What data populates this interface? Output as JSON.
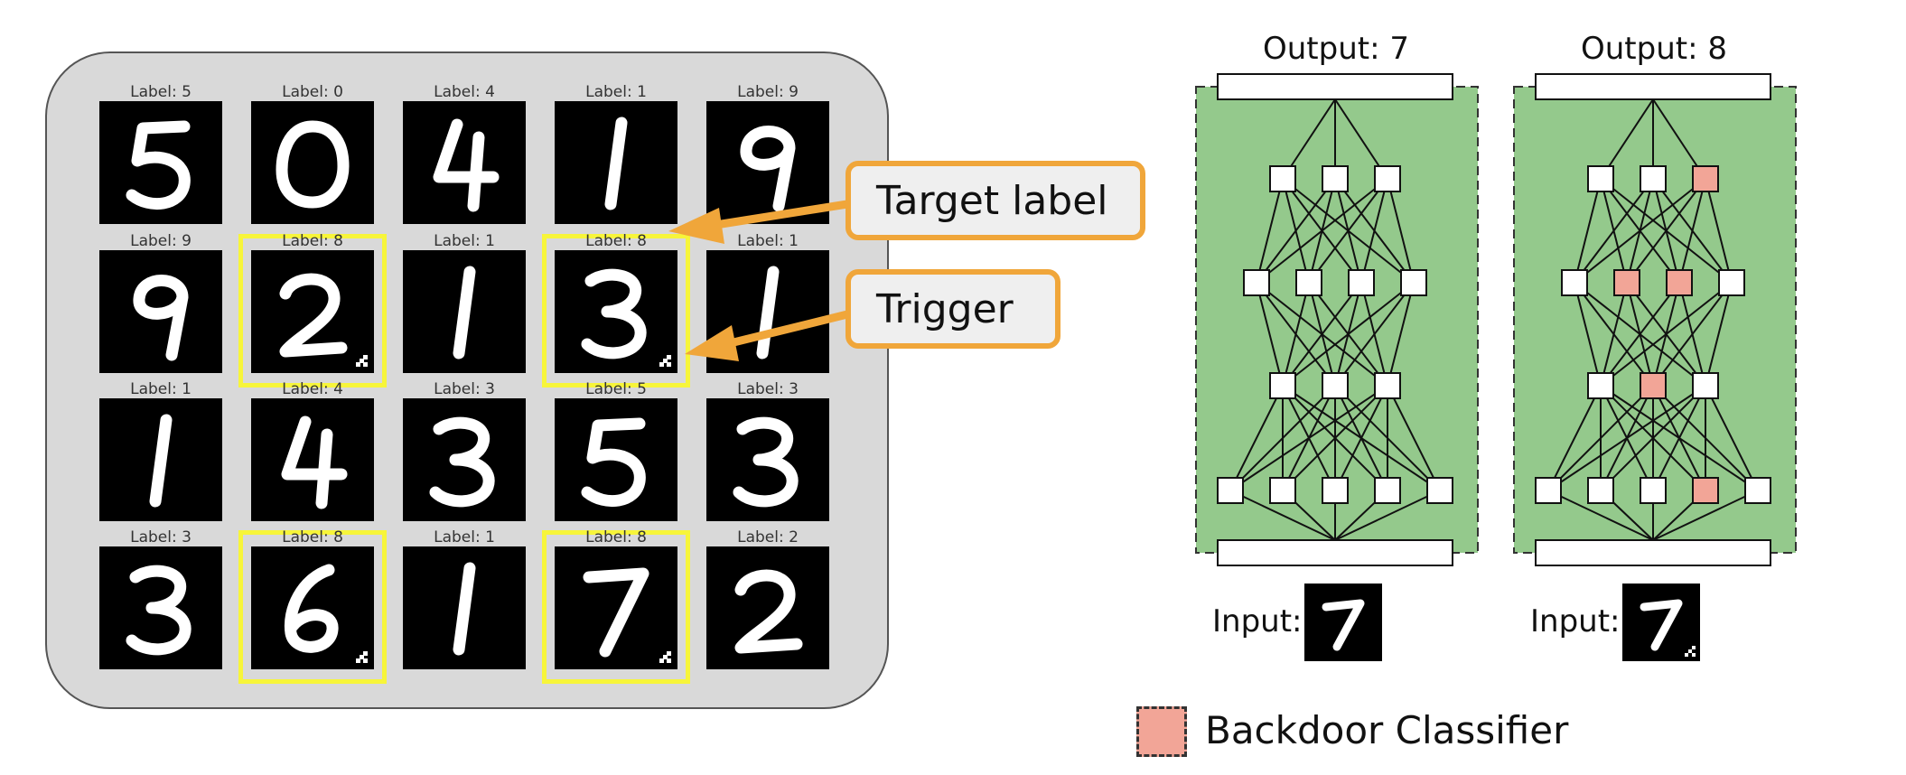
{
  "grid": {
    "rows": [
      [
        "5",
        "0",
        "4",
        "1",
        "9"
      ],
      [
        "9",
        "8",
        "1",
        "8",
        "1"
      ],
      [
        "1",
        "4",
        "3",
        "5",
        "3"
      ],
      [
        "3",
        "8",
        "1",
        "8",
        "2"
      ]
    ],
    "digits": [
      [
        "5",
        "0",
        "4",
        "1",
        "9"
      ],
      [
        "9",
        "2",
        "1",
        "3",
        "1"
      ],
      [
        "1",
        "4",
        "3",
        "5",
        "3"
      ],
      [
        "3",
        "6",
        "1",
        "7",
        "2"
      ]
    ],
    "label_prefix": "Label: ",
    "poisoned": [
      [
        1,
        1
      ],
      [
        1,
        3
      ],
      [
        3,
        1
      ],
      [
        3,
        3
      ]
    ]
  },
  "callouts": {
    "target_label": "Target label",
    "trigger": "Trigger"
  },
  "networks": {
    "clean": {
      "output": "Output: 7",
      "input": "Input:"
    },
    "backdoored": {
      "output": "Output: 8",
      "input": "Input:"
    }
  },
  "legend": {
    "text": "Backdoor Classifier"
  },
  "colors": {
    "panel": "#d9d9d9",
    "highlight": "#f7f53a",
    "callout_border": "#f0a63a",
    "network_bg": "#94c98c",
    "backdoor_neuron": "#f2a597"
  }
}
